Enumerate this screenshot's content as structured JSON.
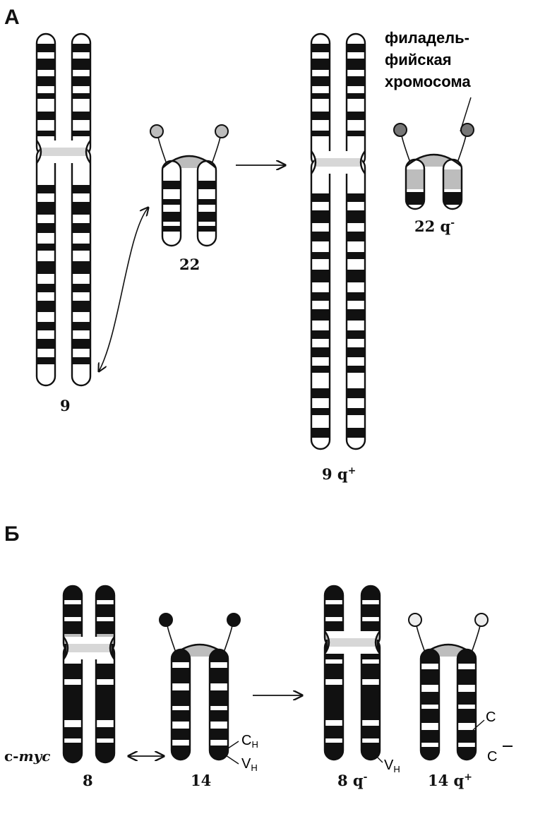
{
  "panel_a": {
    "label": "А",
    "chromosome_9_label": "9",
    "chromosome_22_label": "22",
    "derivative_9_label": "9 q",
    "derivative_9_sup": "+",
    "derivative_22_label": "22 q",
    "derivative_22_sup": "-",
    "annotation_line1": "филадель-",
    "annotation_line2": "фийская",
    "annotation_line3": "хромосома"
  },
  "panel_b": {
    "label": "Б",
    "chromosome_8_label": "8",
    "chromosome_14_label": "14",
    "derivative_8_label": "8 q",
    "derivative_8_sup": "-",
    "derivative_14_label": "14 q",
    "derivative_14_sup": "+",
    "gene_cmyc_prefix": "c-",
    "gene_cmyc_italic": "myc",
    "gene_ch_main": "C",
    "gene_ch_sub": "H",
    "gene_vh_main": "V",
    "gene_vh_sub": "H",
    "gene_vh2_main": "V",
    "gene_vh2_sub": "H",
    "gene_c": "C",
    "gene_c_minus": "C"
  },
  "colors": {
    "band_dark": "#111111",
    "band_light": "#ffffff",
    "centromere": "#bdbdbd"
  }
}
